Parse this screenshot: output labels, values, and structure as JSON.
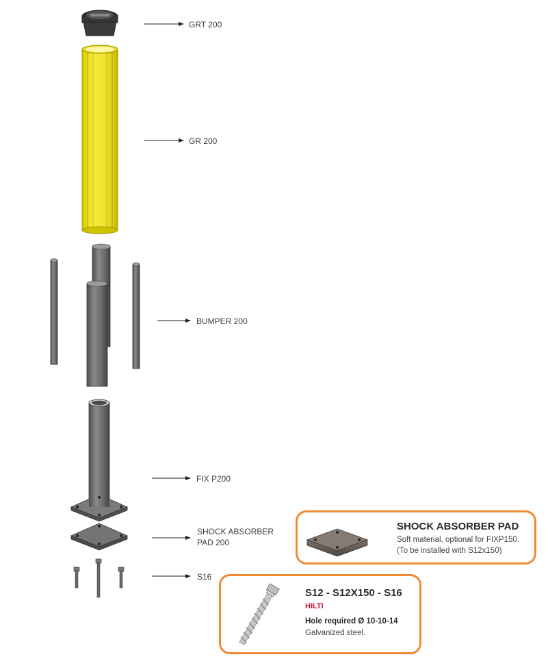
{
  "parts": [
    {
      "label": "GRT 200"
    },
    {
      "label": "GR 200"
    },
    {
      "label": "BUMPER 200"
    },
    {
      "label": "FIX P200"
    },
    {
      "label": "SHOCK ABSORBER",
      "label2": "PAD 200"
    },
    {
      "label": "S16"
    }
  ],
  "callout_pad": {
    "title": "SHOCK ABSORBER PAD",
    "line1": "Soft material, optional for FIXP150.",
    "line2": "(To be installed with S12x150)"
  },
  "callout_screw": {
    "title": "S12 - S12X150 - S16",
    "brand": "HILTI",
    "line1": "Hole required Ø 10-10-14",
    "line2": "Galvanized steel."
  },
  "colors": {
    "accent": "#ef8a35",
    "sleeve": "#f2e52a",
    "metal": "#6b6b6b",
    "brand": "#c8102e"
  }
}
